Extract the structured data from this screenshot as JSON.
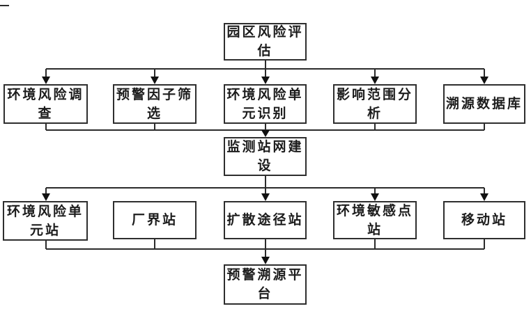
{
  "diagram": {
    "root": {
      "label": "园区风险评估"
    },
    "level1": [
      {
        "label": "环境风险调查"
      },
      {
        "label": "预警因子筛选"
      },
      {
        "label": "环境风险单元识别"
      },
      {
        "label": "影响范围分析"
      },
      {
        "label": "溯源数据库"
      }
    ],
    "mid": {
      "label": "监测站网建设"
    },
    "level2": [
      {
        "label": "环境风险单元站"
      },
      {
        "label": "厂界站"
      },
      {
        "label": "扩散途径站"
      },
      {
        "label": "环境敏感点站"
      },
      {
        "label": "移动站"
      }
    ],
    "bottom": {
      "label": "预警溯源平台"
    }
  },
  "colors": {
    "line": "#2b2b2b",
    "arrow_fill": "#111111",
    "box_border": "#2e2e2e",
    "text": "#1c1c1c",
    "background": "#ffffff"
  }
}
